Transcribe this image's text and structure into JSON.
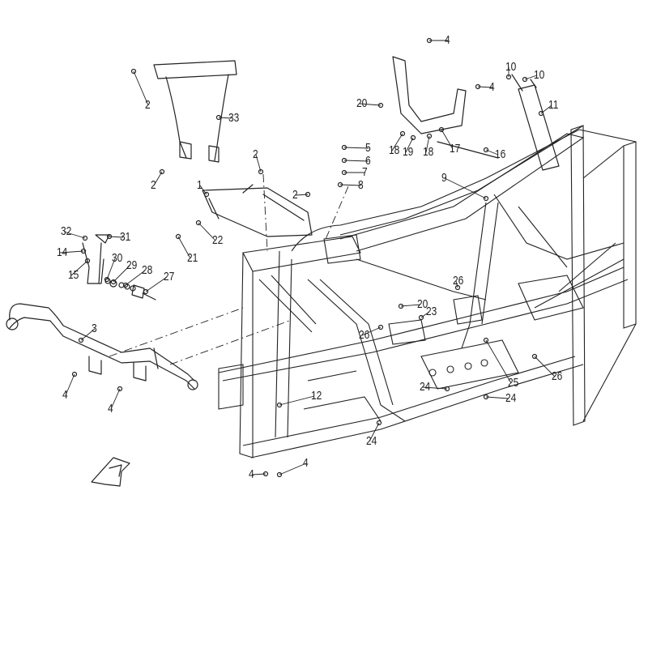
{
  "diagram": {
    "type": "exploded parts diagram",
    "callouts": [
      "4",
      "10",
      "10",
      "4",
      "2",
      "33",
      "20",
      "11",
      "18",
      "19",
      "18",
      "17",
      "16",
      "5",
      "6",
      "7",
      "8",
      "2",
      "2",
      "9",
      "1",
      "2",
      "22",
      "21",
      "32",
      "31",
      "14",
      "15",
      "30",
      "29",
      "28",
      "27",
      "3",
      "26",
      "20",
      "23",
      "26",
      "26",
      "25",
      "24",
      "24",
      "12",
      "24",
      "4",
      "4",
      "4",
      "4"
    ]
  }
}
